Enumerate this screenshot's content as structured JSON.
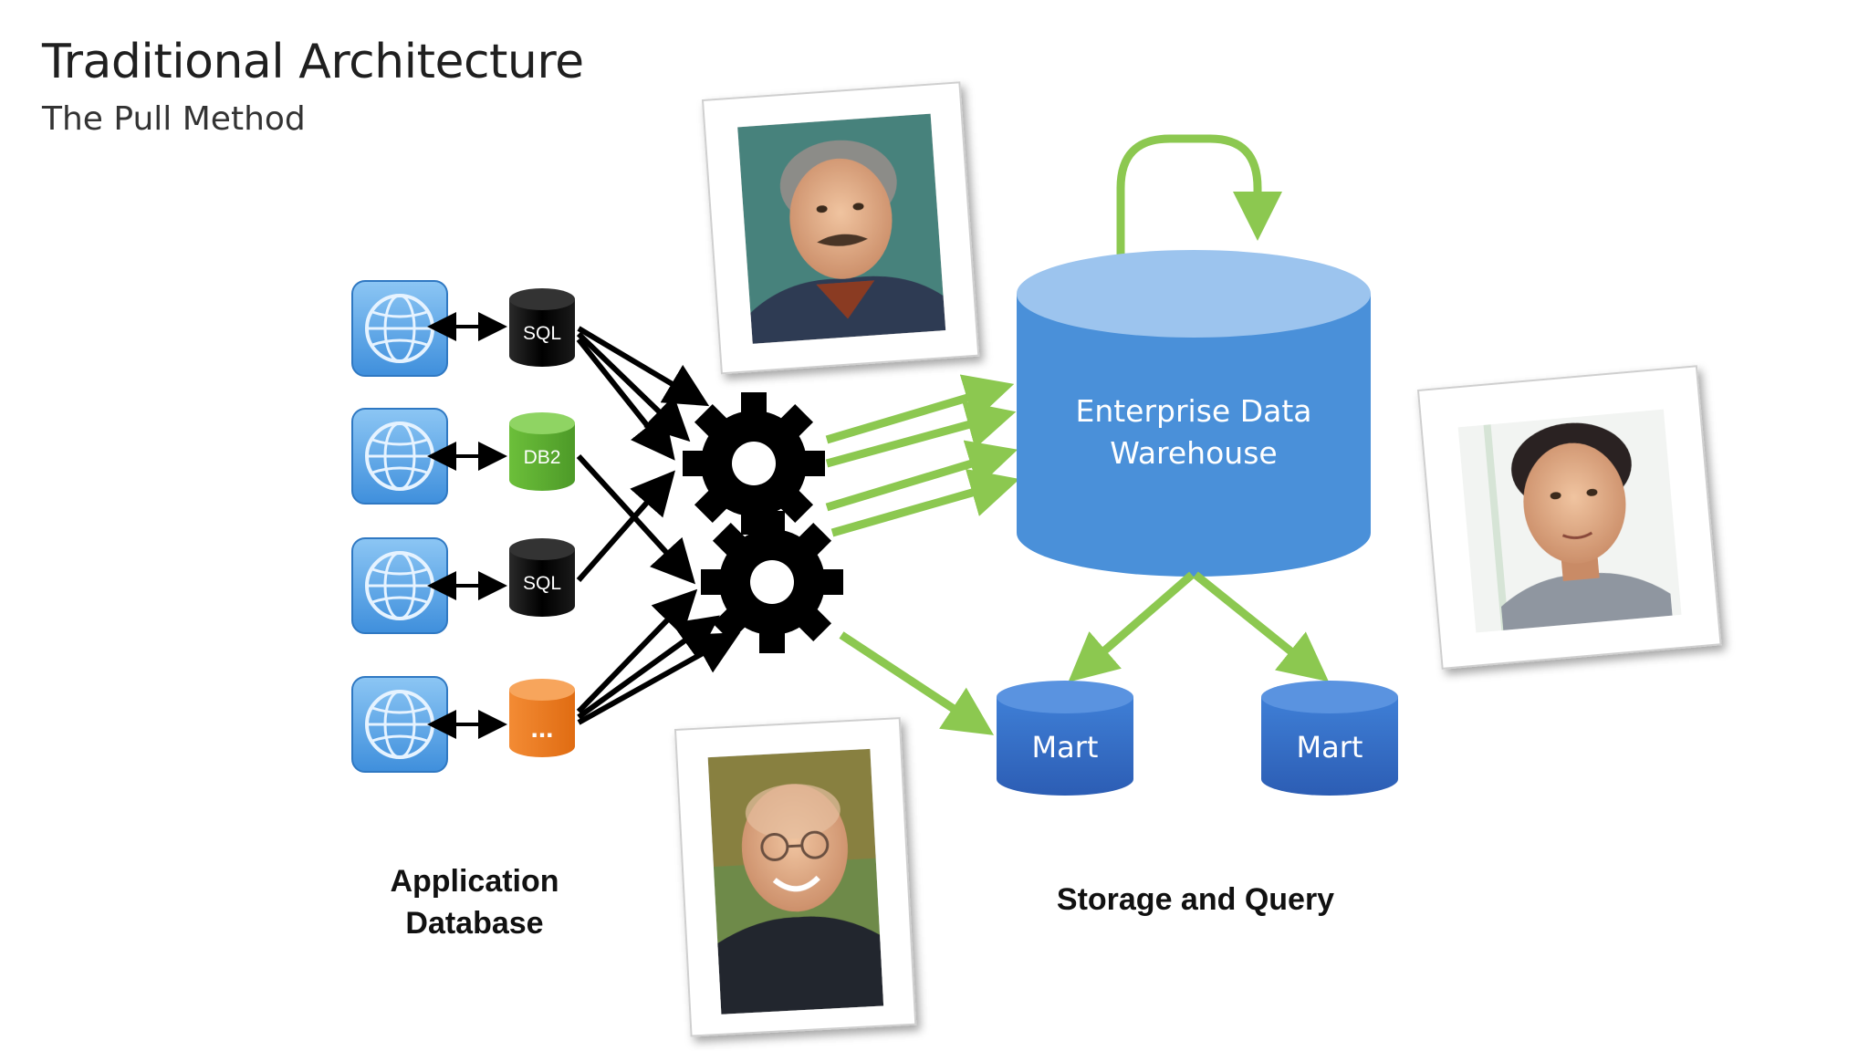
{
  "slide": {
    "title": "Traditional Architecture",
    "subtitle": "The Pull Method"
  },
  "sources": [
    {
      "db_label": "SQL",
      "db_color": "#111111",
      "app_icon": "globe-icon"
    },
    {
      "db_label": "DB2",
      "db_color": "#5aa832",
      "app_icon": "globe-icon"
    },
    {
      "db_label": "SQL",
      "db_color": "#111111",
      "app_icon": "globe-icon"
    },
    {
      "db_label": "...",
      "db_color": "#ef7d22",
      "app_icon": "globe-icon"
    }
  ],
  "processes": [
    {
      "icon": "gear-icon"
    },
    {
      "icon": "gear-icon"
    }
  ],
  "warehouse": {
    "line1": "Enterprise Data",
    "line2": "Warehouse",
    "color": "#4a90d9"
  },
  "marts": [
    {
      "label": "Mart"
    },
    {
      "label": "Mart"
    }
  ],
  "labels": {
    "application_line1": "Application",
    "application_line2": "Database",
    "storage": "Storage and Query"
  },
  "colors": {
    "green_arrow": "#8cc850",
    "black_arrow": "#000000",
    "app_icon": "#5aa7ea",
    "mart": "#3a73c8"
  },
  "photos": [
    {
      "icon": "person-photo"
    },
    {
      "icon": "person-photo"
    },
    {
      "icon": "person-photo"
    }
  ]
}
